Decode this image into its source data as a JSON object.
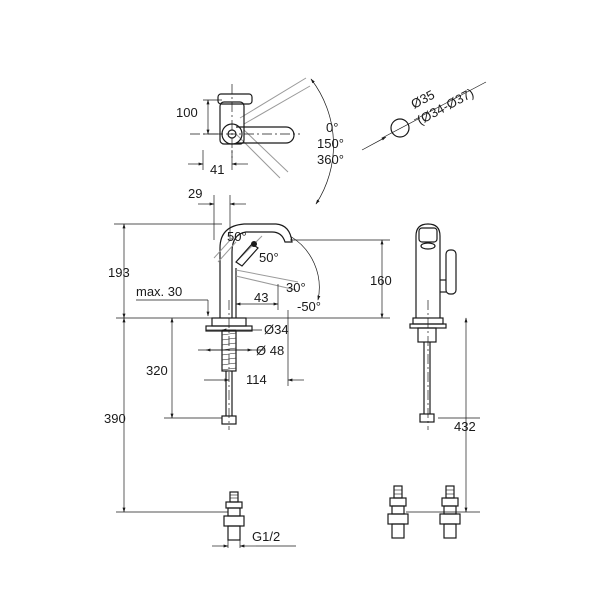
{
  "top_view": {
    "dim_height": "100",
    "dim_offset": "41",
    "angle_0": "0°",
    "angle_150": "150°",
    "angle_360": "360°"
  },
  "hole": {
    "diameter": "Ø35",
    "range": "(Ø34-Ø37)"
  },
  "side_view": {
    "dim_29": "29",
    "angle_50_top": "50°",
    "angle_50_lever": "50°",
    "angle_30": "30°",
    "angle_minus_50": "-50°",
    "dim_193": "193",
    "dim_160": "160",
    "dim_43": "43",
    "max_30": "max. 30",
    "dia_34": "Ø34",
    "dia_48": "Ø 48",
    "dim_320": "320",
    "dim_114": "114",
    "dim_390": "390",
    "thread": "G1/2"
  },
  "front_view": {
    "dim_432": "432"
  }
}
